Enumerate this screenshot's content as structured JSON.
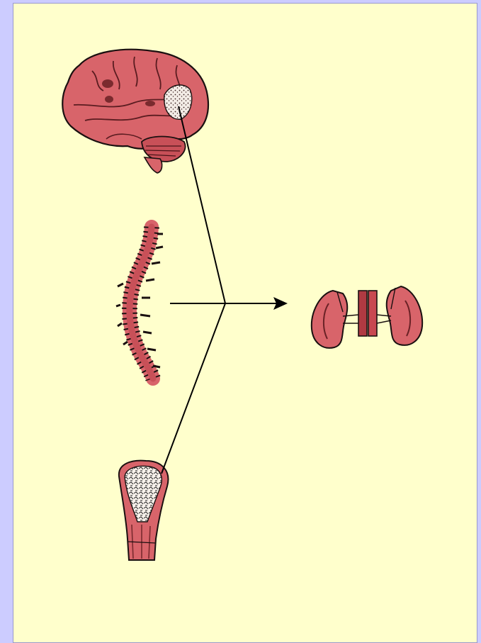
{
  "figure": {
    "page_background": "#ccccff",
    "panel_background": "#ffffcc",
    "organ_fill": "#d8646a",
    "organ_dark": "#a8323a",
    "outline": "#1a1010",
    "connector_color": "#000000"
  },
  "organs": [
    {
      "icon": "brain-icon",
      "role": "source"
    },
    {
      "icon": "spine-icon",
      "role": "source"
    },
    {
      "icon": "bone-icon",
      "role": "source"
    },
    {
      "icon": "kidneys-icon",
      "role": "target"
    }
  ]
}
